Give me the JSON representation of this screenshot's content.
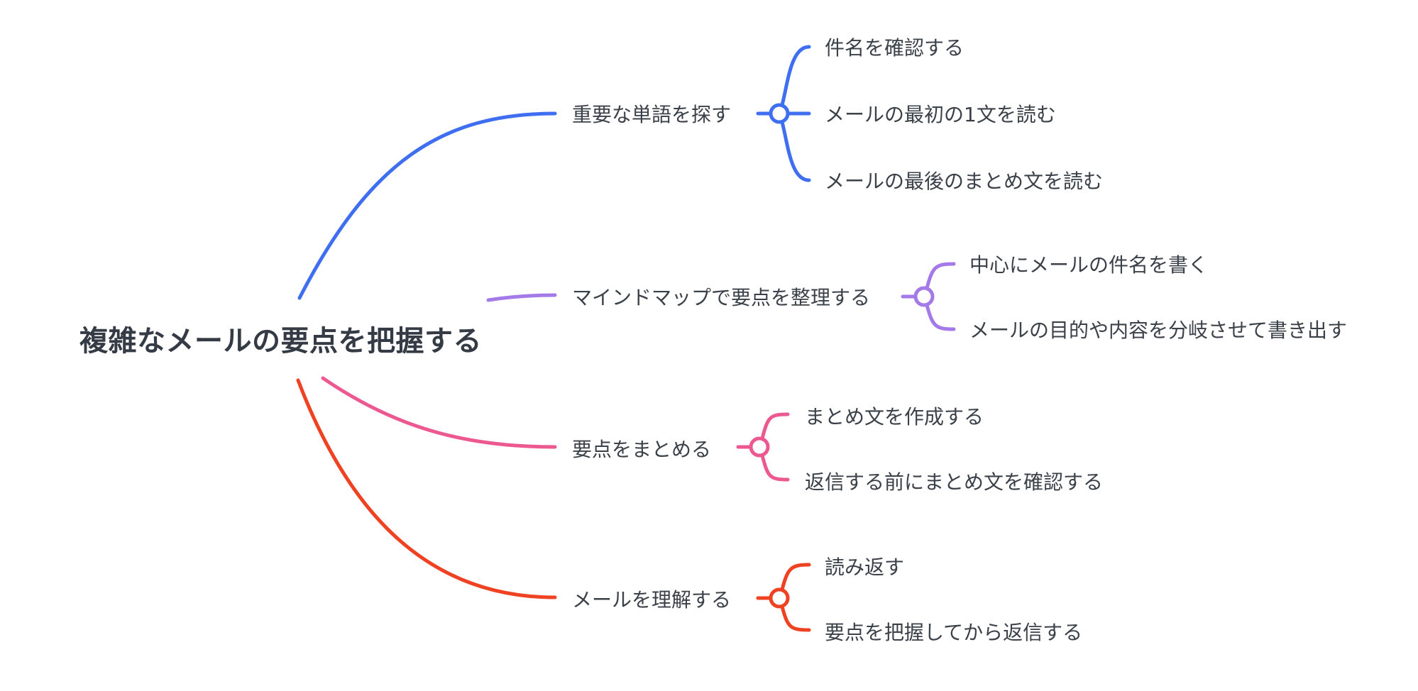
{
  "root": {
    "label": "複雑なメールの要点を把握する"
  },
  "branches": [
    {
      "label": "重要な単語を探す",
      "color": "#3f6ff0",
      "children": [
        "件名を確認する",
        "メールの最初の1文を読む",
        "メールの最後のまとめ文を読む"
      ]
    },
    {
      "label": "マインドマップで要点を整理する",
      "color": "#a479e8",
      "children": [
        "中心にメールの件名を書く",
        "メールの目的や内容を分岐させて書き出す"
      ]
    },
    {
      "label": "要点をまとめる",
      "color": "#ec5890",
      "children": [
        "まとめ文を作成する",
        "返信する前にまとめ文を確認する"
      ]
    },
    {
      "label": "メールを理解する",
      "color": "#ee4222",
      "children": [
        "読み返す",
        "要点を把握してから返信する"
      ]
    }
  ]
}
